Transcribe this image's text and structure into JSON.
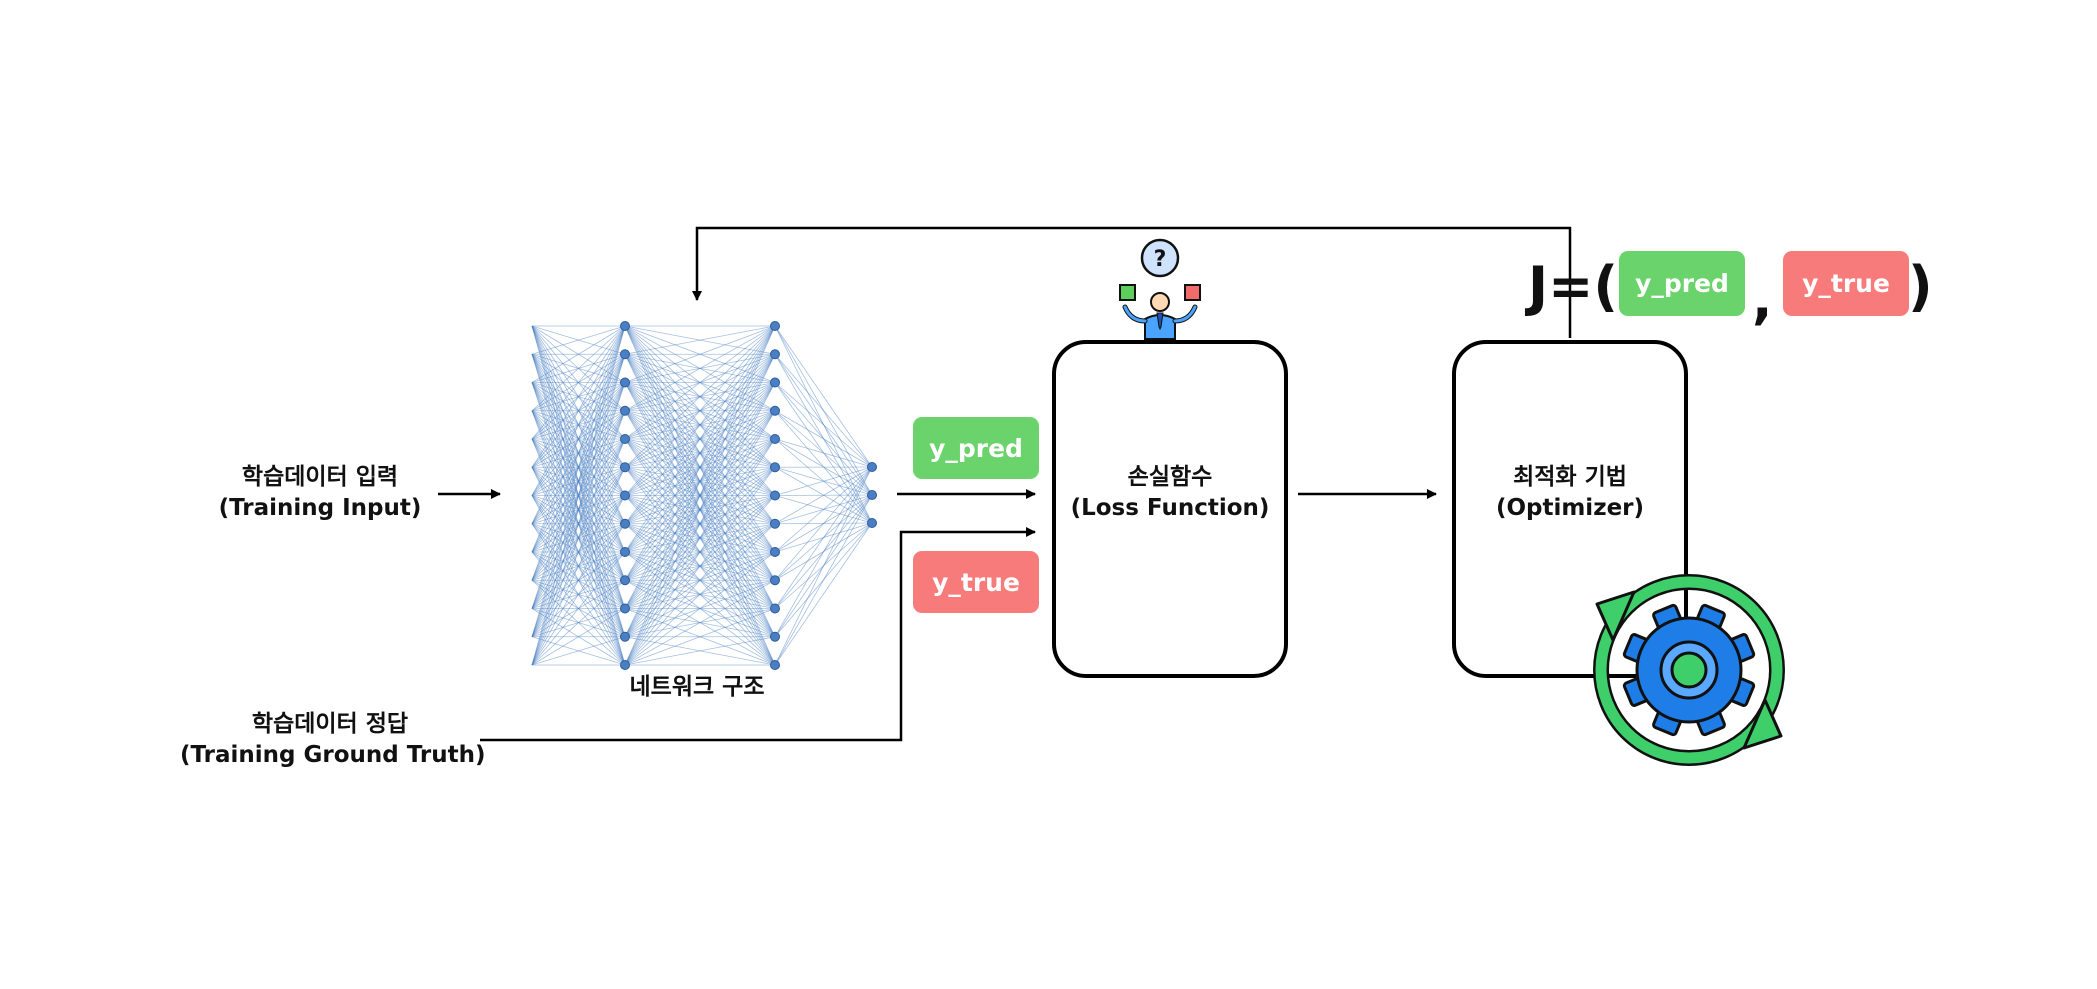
{
  "input": {
    "line1": "학습데이터 입력",
    "line2": "(Training Input)"
  },
  "ground_truth": {
    "line1": "학습데이터 정답",
    "line2": "(Training Ground Truth)"
  },
  "network": {
    "label": "네트워크 구조",
    "layer_sizes": [
      13,
      13,
      13,
      3
    ]
  },
  "pred_tag": "y_pred",
  "true_tag": "y_true",
  "loss": {
    "line1": "손실함수",
    "line2": "(Loss Function)"
  },
  "optimizer": {
    "line1": "최적화 기법",
    "line2": "(Optimizer)"
  },
  "formula": {
    "prefix": "J=(",
    "arg1": "y_pred",
    "comma": ",",
    "arg2": "y_true",
    "suffix": ")"
  },
  "icons": {
    "person": "juggling-person-question-icon",
    "gear": "gear-refresh-cycle-icon"
  },
  "colors": {
    "pred": "#6bd36b",
    "true": "#f77b7b",
    "network": "#4a7fc4",
    "gear_blue": "#1f7de8",
    "cycle_green": "#3ecf6a"
  }
}
